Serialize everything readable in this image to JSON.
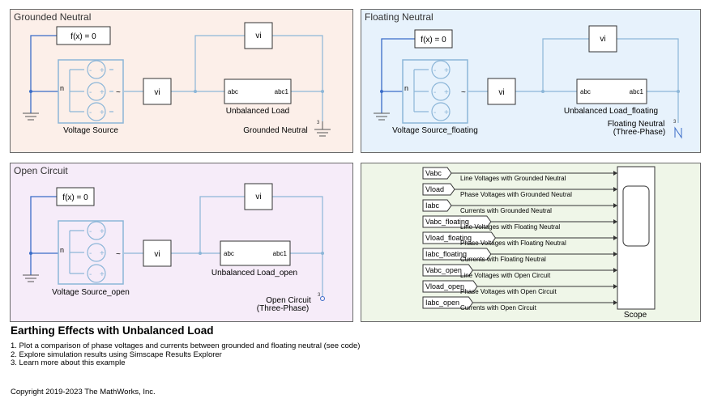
{
  "colors": {
    "grounded_bg": "#fcefe9",
    "floating_bg": "#e7f2fc",
    "open_bg": "#f6ecf9",
    "scope_bg": "#eff6e8",
    "signal_line": "#8cb6d8",
    "ground_line": "#3a6cc8"
  },
  "panels": {
    "grounded": {
      "title": "Grounded Neutral",
      "fx_label": "f(x) = 0",
      "vi_label": "vi",
      "n_label": "n",
      "tilde": "~",
      "source_name": "Voltage Source",
      "load_in": "abc",
      "load_out": "abc1",
      "load_name": "Unbalanced Load",
      "neutral_name": "Grounded Neutral"
    },
    "floating": {
      "title": "Floating Neutral",
      "fx_label": "f(x) = 0",
      "vi_label": "vi",
      "n_label": "n",
      "tilde": "~",
      "source_name": "Voltage Source_floating",
      "load_in": "abc",
      "load_out": "abc1",
      "load_name": "Unbalanced Load_floating",
      "neutral_line1": "Floating Neutral",
      "neutral_line2": "(Three-Phase)"
    },
    "open": {
      "title": "Open Circuit",
      "fx_label": "f(x) = 0",
      "vi_label": "vi",
      "n_label": "n",
      "tilde": "~",
      "source_name": "Voltage Source_open",
      "load_in": "abc",
      "load_out": "abc1",
      "load_name": "Unbalanced Load_open",
      "neutral_line1": "Open Circuit",
      "neutral_line2": "(Three-Phase)"
    },
    "scope": {
      "scope_name": "Scope",
      "signals": [
        {
          "tag": "Vabc",
          "desc": "Line Voltages with Grounded Neutral"
        },
        {
          "tag": "Vload",
          "desc": "Phase Voltages with Grounded Neutral"
        },
        {
          "tag": "Iabc",
          "desc": "Currents with Grounded Neutral"
        },
        {
          "tag": "Vabc_floating",
          "desc": "Line Voltages with Floating Neutral"
        },
        {
          "tag": "Vload_floating",
          "desc": "Phase Voltages with Floating Neutral"
        },
        {
          "tag": "Iabc_floating",
          "desc": "Currents with Floating Neutral"
        },
        {
          "tag": "Vabc_open",
          "desc": "Line Voltages with Open Circuit"
        },
        {
          "tag": "Vload_open",
          "desc": "Phase Voltages with Open Circuit"
        },
        {
          "tag": "Iabc_open",
          "desc": "Currents with Open Circuit"
        }
      ]
    }
  },
  "footer": {
    "title": "Earthing Effects with Unbalanced Load",
    "items": [
      "1. Plot a comparison of phase voltages and currents between grounded and floating neutral (see code)",
      "2. Explore simulation results using Simscape Results Explorer",
      "3. Learn more about this example"
    ],
    "copyright": "Copyright 2019-2023 The MathWorks, Inc."
  }
}
